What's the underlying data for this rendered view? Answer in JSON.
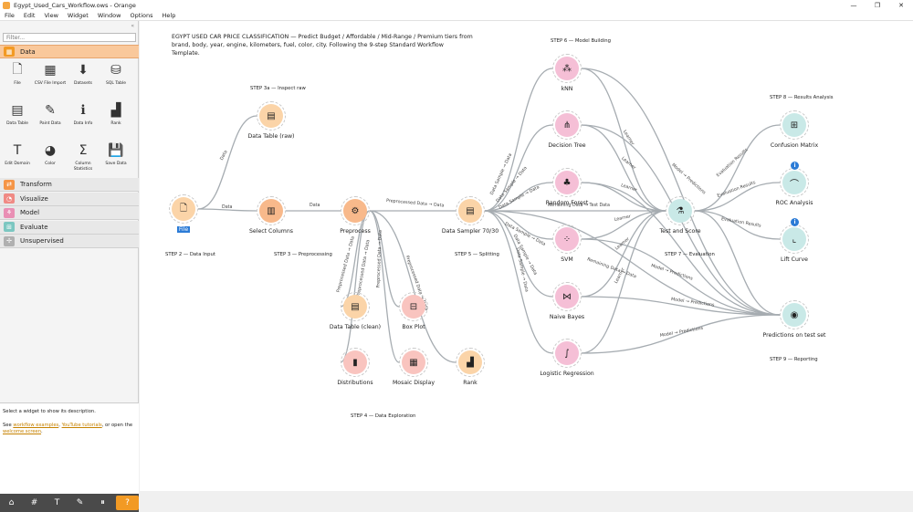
{
  "window": {
    "title": "Egypt_Used_Cars_Workflow.ows - Orange",
    "min": "—",
    "max": "❐",
    "close": "✕"
  },
  "menu": [
    "File",
    "Edit",
    "View",
    "Widget",
    "Window",
    "Options",
    "Help"
  ],
  "sidebar": {
    "filter_placeholder": "Filter...",
    "collapse": "«",
    "data_category": "Data",
    "widgets": [
      {
        "label": "File",
        "icon": "file-icon",
        "glyph": "🗋"
      },
      {
        "label": "CSV File Import",
        "icon": "csv-icon",
        "glyph": "▦"
      },
      {
        "label": "Datasets",
        "icon": "datasets-icon",
        "glyph": "⬇"
      },
      {
        "label": "SQL Table",
        "icon": "database-icon",
        "glyph": "⛁"
      },
      {
        "label": "Data Table",
        "icon": "table-icon",
        "glyph": "▤"
      },
      {
        "label": "Paint Data",
        "icon": "paint-icon",
        "glyph": "✎"
      },
      {
        "label": "Data Info",
        "icon": "info-icon",
        "glyph": "ℹ"
      },
      {
        "label": "Rank",
        "icon": "rank-icon",
        "glyph": "▟"
      },
      {
        "label": "Edit Domain",
        "icon": "edit-domain-icon",
        "glyph": "T"
      },
      {
        "label": "Color",
        "icon": "palette-icon",
        "glyph": "◕"
      },
      {
        "label": "Column Statistics",
        "icon": "stats-icon",
        "glyph": "Σ"
      },
      {
        "label": "Save Data",
        "icon": "save-icon",
        "glyph": "💾"
      }
    ],
    "categories": [
      {
        "label": "Transform",
        "color": "#f59547"
      },
      {
        "label": "Visualize",
        "color": "#f08a84"
      },
      {
        "label": "Model",
        "color": "#e98fb4"
      },
      {
        "label": "Evaluate",
        "color": "#7cc7c1"
      },
      {
        "label": "Unsupervised",
        "color": "#b0b0b0"
      }
    ],
    "desc": {
      "line1": "Select a widget to show its description.",
      "see": "See ",
      "link1": "workflow examples",
      "comma": ", ",
      "link2": "YouTube tutorials",
      "or": ", or open the ",
      "link3": "welcome screen",
      "end": "."
    },
    "toolbar": [
      "⌂",
      "#",
      "T",
      "✎",
      "⏸",
      "?"
    ]
  },
  "canvas": {
    "description": "EGYPT USED CAR PRICE CLASSIFICATION  —  Predict Budget / Affordable / Mid-Range / Premium tiers from brand, body, year, engine, kilometers, fuel, color, city.   Following the 9-step Standard Workflow Template.",
    "steps": {
      "s2": "STEP 2 — Data Input",
      "s3a": "STEP 3a — Inspect raw",
      "s3": "STEP 3 — Preprocessing",
      "s4": "STEP 4 — Data Exploration",
      "s5": "STEP 5 — Splitting",
      "s6": "STEP 6 — Model Building",
      "s7": "STEP 7 — Evaluation",
      "s8": "STEP 8 — Results Analysis",
      "s9": "STEP 9 — Reporting"
    },
    "nodes": {
      "file": "File",
      "dt_raw": "Data Table (raw)",
      "select": "Select Columns",
      "preprocess": "Preprocess",
      "dt_clean": "Data Table (clean)",
      "boxplot": "Box Plot",
      "distributions": "Distributions",
      "mosaic": "Mosaic Display",
      "rank": "Rank",
      "sampler": "Data Sampler 70/30",
      "knn": "kNN",
      "tree": "Decision Tree",
      "forest": "Random Forest",
      "svm": "SVM",
      "nb": "Naive Bayes",
      "logreg": "Logistic Regression",
      "testscore": "Test and Score",
      "confusion": "Confusion Matrix",
      "roc": "ROC Analysis",
      "lift": "Lift Curve",
      "predictions": "Predictions on test set"
    },
    "edge_labels": {
      "data": "Data",
      "pre_data": "Preprocessed Data → Data",
      "sample": "Data Sample → Data",
      "remaining": "Remaining Data → Test Data",
      "remaining2": "Remaining Data → Data",
      "learner": "Learner",
      "model_pred": "Model → Predictions",
      "eval": "Evaluation Results",
      "info": "i"
    }
  }
}
